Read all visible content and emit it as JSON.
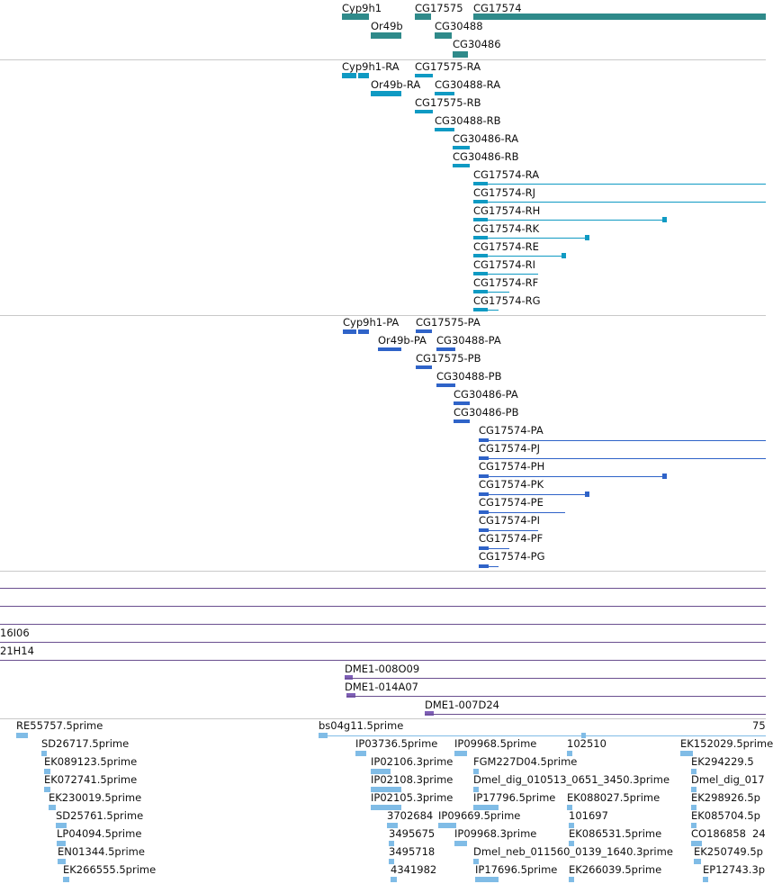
{
  "colors": {
    "gene": "#2f8a8a",
    "transcript": "#0f9ac3",
    "protein": "#2f63c8",
    "clone_line": "#6a4f8f",
    "clone_mark": "#7f5fb8",
    "est": "#80bce6",
    "separator": "#c9c9c9"
  },
  "genes": {
    "labels": [
      "Cyp9h1",
      "CG17575",
      "CG17574",
      "Or49b",
      "CG30488",
      "CG30486"
    ]
  },
  "transcripts": {
    "labels": [
      "Cyp9h1-RA",
      "CG17575-RA",
      "Or49b-RA",
      "CG30488-RA",
      "CG17575-RB",
      "CG30488-RB",
      "CG30486-RA",
      "CG30486-RB",
      "CG17574-RA",
      "CG17574-RJ",
      "CG17574-RH",
      "CG17574-RK",
      "CG17574-RE",
      "CG17574-RI",
      "CG17574-RF",
      "CG17574-RG"
    ]
  },
  "proteins": {
    "labels": [
      "Cyp9h1-PA",
      "CG17575-PA",
      "Or49b-PA",
      "CG30488-PA",
      "CG17575-PB",
      "CG30488-PB",
      "CG30486-PA",
      "CG30486-PB",
      "CG17574-PA",
      "CG17574-PJ",
      "CG17574-PH",
      "CG17574-PK",
      "CG17574-PE",
      "CG17574-PI",
      "CG17574-PF",
      "CG17574-PG"
    ]
  },
  "clones": {
    "labels": [
      "16I06",
      "21H14",
      "DME1-008O09",
      "DME1-014A07",
      "DME1-007D24"
    ]
  },
  "ests": {
    "labels": [
      "RE55757.5prime",
      "bs04g11.5prime",
      "75",
      "SD26717.5prime",
      "IP03736.5prime",
      "IP09968.5prime",
      "102510",
      "EK152029.5prime",
      "EK089123.5prime",
      "IP02106.3prime",
      "FGM227D04.5prime",
      "EK294229.5",
      "EK072741.5prime",
      "IP02108.3prime",
      "Dmel_dig_010513_0651_3450.3prime",
      "Dmel_dig_017",
      "EK230019.5prime",
      "IP02105.3prime",
      "IP17796.5prime",
      "EK088027.5prime",
      "EK298926.5p",
      "SD25761.5prime",
      "3702684",
      "IP09669.5prime",
      "101697",
      "EK085704.5p",
      "LP04094.5prime",
      "3495675",
      "IP09968.3prime",
      "EK086531.5prime",
      "CO186858",
      "24",
      "EN01344.5prime",
      "3495718",
      "Dmel_neb_011560_0139_1640.3prime",
      "EK250749.5p",
      "EK266555.5prime",
      "4341982",
      "IP17696.5prime",
      "EK266039.5prime",
      "EP12743.3p"
    ]
  }
}
